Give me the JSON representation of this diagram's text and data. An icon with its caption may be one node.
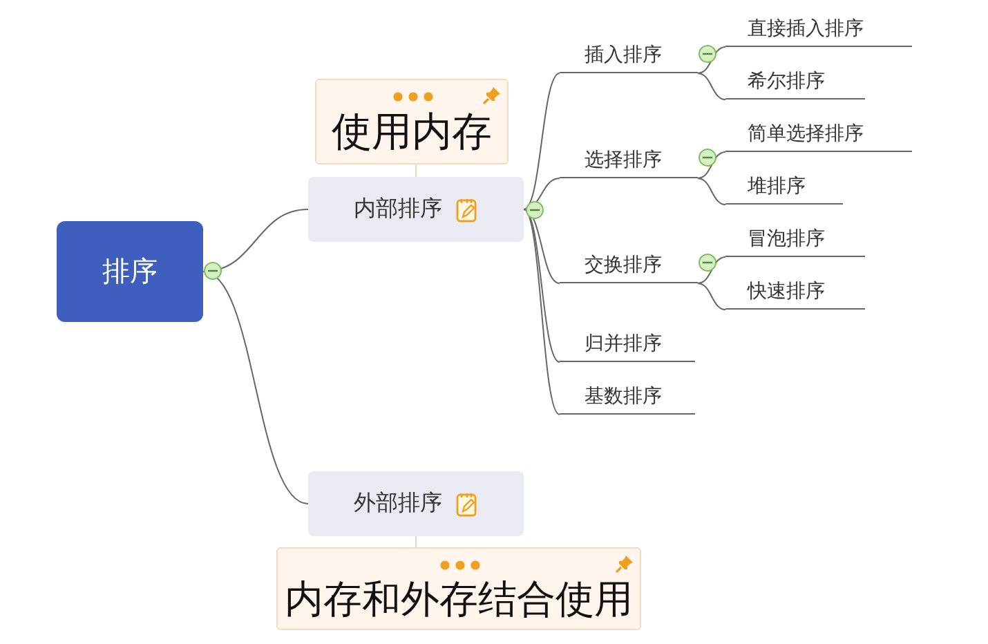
{
  "diagram": {
    "nodes": [
      {
        "text": [
          "排序"
        ]
      },
      {
        "text": [
          "内部排序"
        ]
      },
      {
        "text": [
          "使用内存"
        ]
      },
      {
        "text": [
          "插入排序"
        ]
      },
      {
        "text": [
          "直接插入排序"
        ]
      },
      {
        "text": [
          "希尔排序"
        ]
      },
      {
        "text": [
          "选择排序"
        ]
      },
      {
        "text": [
          "简单选择排序"
        ]
      },
      {
        "text": [
          "堆排序"
        ]
      },
      {
        "text": [
          "交换排序"
        ]
      },
      {
        "text": [
          "冒泡排序"
        ]
      },
      {
        "text": [
          "快速排序"
        ]
      },
      {
        "text": [
          "归并排序"
        ]
      },
      {
        "text": [
          "基数排序"
        ]
      },
      {
        "text": [
          "外部排序"
        ]
      },
      {
        "text": [
          "内存和外存结合使用"
        ]
      }
    ],
    "edges": [
      {
        "from": 0,
        "to": 1,
        "arrow": "none"
      },
      {
        "from": 0,
        "to": 14,
        "arrow": "none"
      },
      {
        "from": 1,
        "to": 2,
        "arrow": "none",
        "color": "#f2d2b6"
      },
      {
        "from": 1,
        "to": 3,
        "arrow": "none"
      },
      {
        "from": 1,
        "to": 6,
        "arrow": "none"
      },
      {
        "from": 1,
        "to": 9,
        "arrow": "none"
      },
      {
        "from": 1,
        "to": 12,
        "arrow": "none"
      },
      {
        "from": 1,
        "to": 13,
        "arrow": "none"
      },
      {
        "from": 3,
        "to": 4,
        "arrow": "none"
      },
      {
        "from": 3,
        "to": 5,
        "arrow": "none"
      },
      {
        "from": 6,
        "to": 7,
        "arrow": "none"
      },
      {
        "from": 6,
        "to": 8,
        "arrow": "none"
      },
      {
        "from": 9,
        "to": 10,
        "arrow": "none"
      },
      {
        "from": 9,
        "to": 11,
        "arrow": "none"
      },
      {
        "from": 14,
        "to": 15,
        "arrow": "none",
        "color": "#f2d2b6"
      }
    ]
  }
}
